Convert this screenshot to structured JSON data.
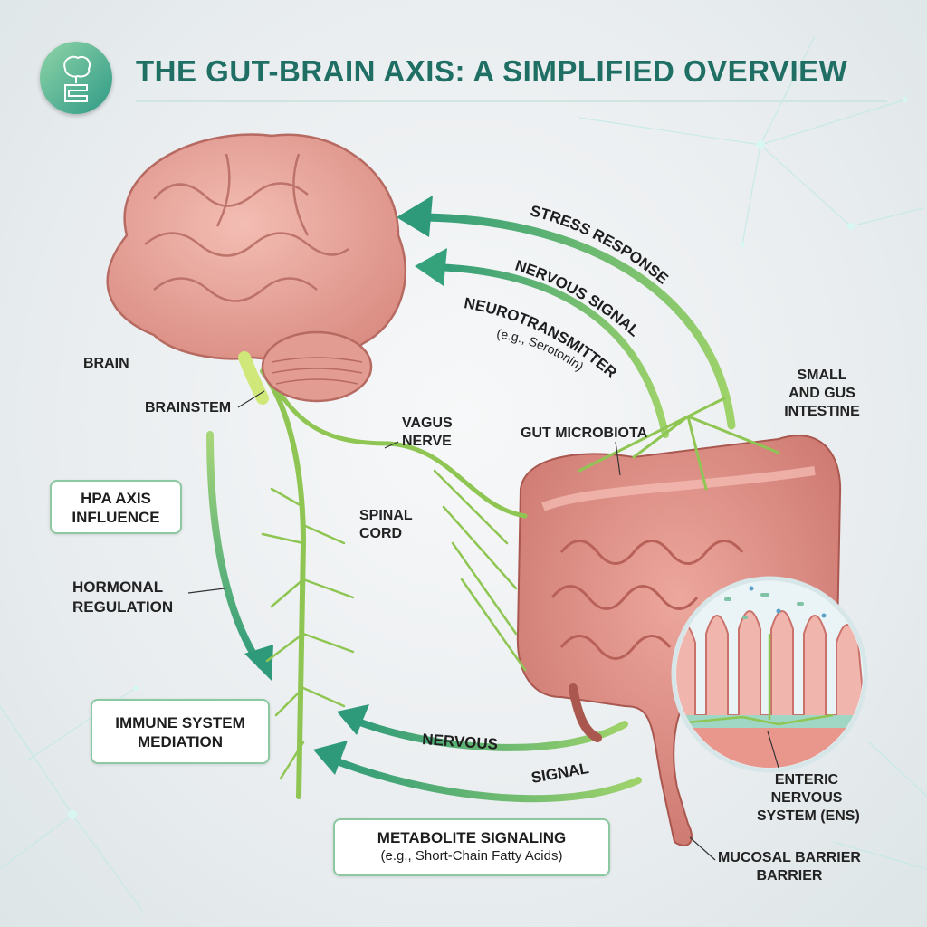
{
  "title": "THE GUT-BRAIN AXIS: A SIMPLIFIED OVERVIEW",
  "logo_icon": "brain-gut-icon",
  "colors": {
    "accent": "#2e9a7a",
    "title": "#1f6f64",
    "brain": "#e9a59c",
    "intestine": "#df8f86",
    "nerve": "#9ccf4f",
    "box_border": "#8cc9a2"
  },
  "labels": {
    "brain": "BRAIN",
    "brainstem": "BRAINSTEM",
    "vagus_nerve": [
      "VAGUS",
      "NERVE"
    ],
    "spinal_cord": [
      "SPINAL",
      "CORD"
    ],
    "gut_microbiota": "GUT MICROBIOTA",
    "small_intestine": [
      "SMALL",
      "AND GUS",
      "INTESTINE"
    ],
    "hormonal_regulation": [
      "HORMONAL",
      "REGULATION"
    ],
    "enteric_nervous_system": [
      "ENTERIC",
      "NERVOUS",
      "SYSTEM (ENS)"
    ],
    "mucosal_barrier": [
      "MUCOSAL BARRIER",
      "BARRIER"
    ]
  },
  "arc_labels": {
    "stress_response": "STRESS RESPONSE",
    "nervous_signal": "NERVOUS SIGNAL",
    "neurotransmitter": "NEUROTRANSMITTER",
    "neurotransmitter_example": "(e.g., Serotonin)",
    "nervous_bottom": "NERVOUS",
    "signal_bottom": "SIGNAL"
  },
  "boxes": {
    "hpa_axis": [
      "HPA AXIS",
      "INFLUENCE"
    ],
    "immune_system": [
      "IMMUNE SYSTEM",
      "MEDIATION"
    ],
    "metabolite_title": "METABOLITE SIGNALING",
    "metabolite_sub": "(e.g., Short-Chain Fatty Acids)"
  }
}
